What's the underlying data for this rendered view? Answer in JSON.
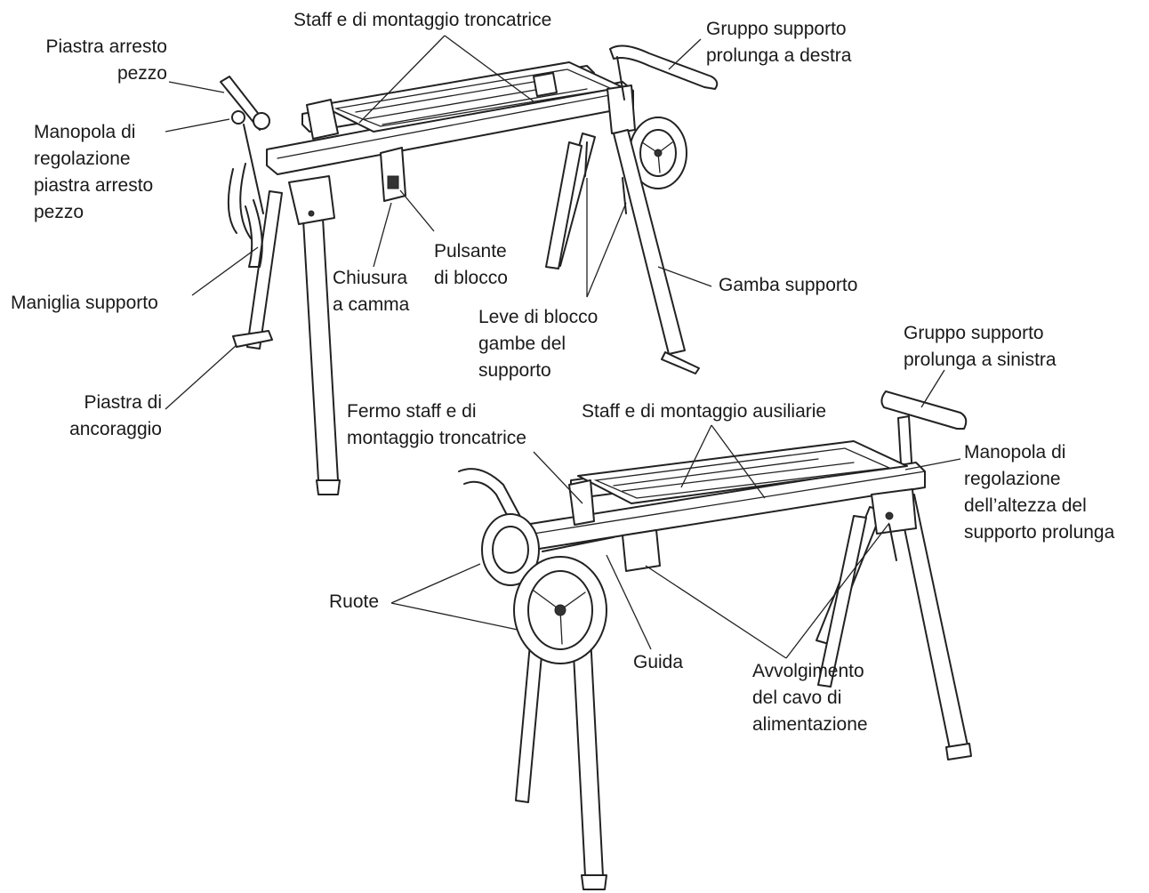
{
  "labels": {
    "staffe_troncatrice": "Staff e di montaggio troncatrice",
    "gruppo_destra": "Gruppo supporto\nprolunga a destra",
    "piastra_arresto": "Piastra arresto\npezzo",
    "manopola_arresto": "Manopola di\nregolazione\npiastra arresto\npezzo",
    "pulsante_blocco": "Pulsante\ndi blocco",
    "chiusura_camma": "Chiusura\na camma",
    "gamba_supporto": "Gamba supporto",
    "maniglia_supporto": "Maniglia supporto",
    "leve_blocco": "Leve di blocco\ngambe del\nsupporto",
    "gruppo_sinistra": "Gruppo supporto\nprolunga a sinistra",
    "piastra_ancoraggio": "Piastra di\nancoraggio",
    "fermo_staffe": "Fermo staff e di\nmontaggio troncatrice",
    "staffe_ausiliarie": "Staff e di montaggio ausiliarie",
    "manopola_altezza": "Manopola di\nregolazione\ndell’altezza del\nsupporto prolunga",
    "ruote": "Ruote",
    "guida": "Guida",
    "avvolgimento_cavo": "Avvolgimento\ndel cavo di\nalimentazione"
  }
}
